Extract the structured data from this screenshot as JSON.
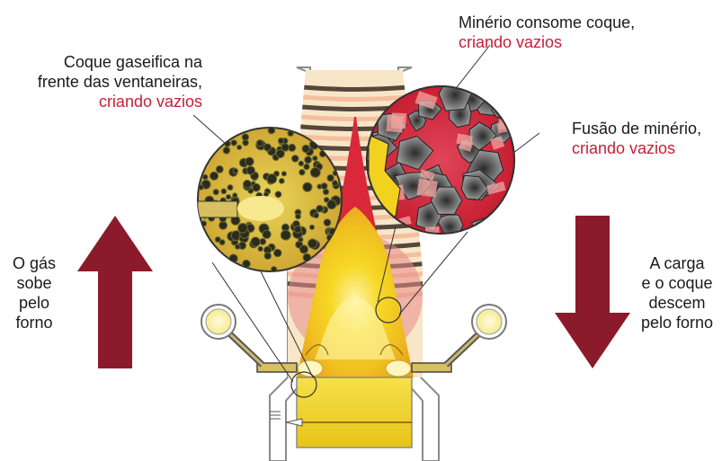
{
  "labels": {
    "coke_gasifies": {
      "line1": "Coque gaseifica na",
      "line2": "frente das ventaneiras,",
      "line3": "criando vazios"
    },
    "ore_consumes": {
      "line1": "Minério consome coque,",
      "line2": "criando vazios"
    },
    "ore_melting": {
      "line1": "Fusão de minério,",
      "line2": "criando vazios"
    },
    "gas_rises": {
      "line1": "O gás",
      "line2": "sobe",
      "line3": "pelo",
      "line4": "forno"
    },
    "charge_descends": {
      "line1": "A carga",
      "line2": "e o coque",
      "line3": "descem",
      "line4": "pelo forno"
    }
  },
  "colors": {
    "highlight_text": "#c4203a",
    "arrow": "#8b1a2b",
    "molten": "#f2d21e",
    "hot_zone": "#d8283a",
    "ore_layer": "#f4b99a"
  }
}
